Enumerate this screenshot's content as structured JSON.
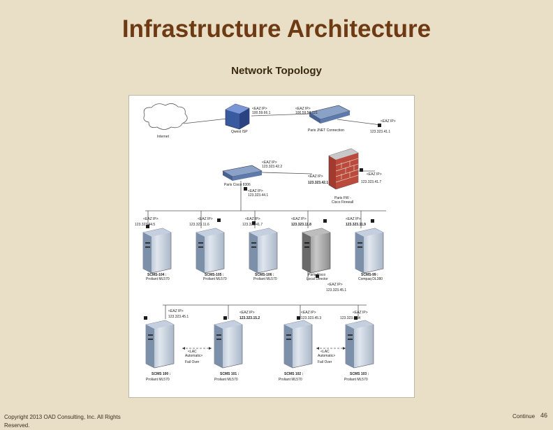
{
  "header": {
    "title": "Infrastructure Architecture",
    "subtitle": "Network Topology"
  },
  "diagram": {
    "internet": "Internet",
    "qwest": "Qwest ISP",
    "eaz1_a": "<EAZ IP>",
    "eaz1_b": "100.59.66.1",
    "eaz2_a": "<EAZ IP>",
    "eaz2_b": "100.59.50.121",
    "eaz3_a": "<EAZ IP>",
    "eaz3_b": "123.323.41.1",
    "connection": "Paris JNET Connection",
    "eaz4_a": "<EAZ IP>",
    "eaz4_b": "123.323.42.2",
    "cisco_router": "Paris Cisco 8306",
    "eaz5_a": "<EAZ IP>",
    "eaz5_b": "123.323.44.1",
    "eaz6_a": "<EAZ IP>",
    "eaz6_b": "123.323.42.1",
    "eaz7_a": "<EAZ IP>",
    "eaz7_b": "123.323.41.7",
    "firewall": "Paris FW -",
    "firewall_2": "Cisco Firewall",
    "r1_ip_a": "<EAZ IP>",
    "r1_ip_b": "123.323.44.5",
    "r2_ip_a": "<EAZ IP>",
    "r2_ip_b": "123.323.11.6",
    "r3_ip_a": "<EAZ IP>",
    "r3_ip_b": "123.323.41.7",
    "r4_ip_a": "<EAZ IP>",
    "r4_ip_b": "123.323.11.8",
    "r5_ip_a": "<EAZ IP>",
    "r5_ip_b": "123.323.11.9",
    "s1_a": "SCMS-104 :",
    "s1_b": "Proliant ML570",
    "s2_a": "SCMS-105 :",
    "s2_b": "Proliant ML570",
    "s3_a": "SCMS-106 :",
    "s3_b": "Proliant ML570",
    "s4_a": "Paris Cisco",
    "s4_b": "Local Director",
    "s5_a": "SCMS-99 :",
    "s5_b": "Compaq DL380",
    "ld_ip_a": "<EAZ IP>",
    "ld_ip_b": "123.323.45.1",
    "b1_ip_a": "<EAZ IP>",
    "b1_ip_b": "123.323.45.1",
    "b2_ip_a": "<EAZ IP>",
    "b2_ip_b": "123.323.15.2",
    "b3_ip_a": "<EAZ IP>",
    "b3_ip_b": "123.323.45.3",
    "b4_ip_a": "<EAZ IP>",
    "b4_ip_b": "123.323.45.4",
    "fo1_a": "<LAC",
    "fo1_b": "Automatic>",
    "fo1_c": "Fail Over",
    "fo2_a": "<LAC",
    "fo2_b": "Automatic>",
    "fo2_c": "Fail Over",
    "b1_a": "SCMS 100 :",
    "b1_b": "Proliant ML570",
    "b2_a": "SCMS 101 :",
    "b2_b": "Proliant ML570",
    "b3_a": "SCMS 102 :",
    "b3_b": "Proliant ML570",
    "b4_a": "SCMS 103 :",
    "b4_b": "Proliant ML570"
  },
  "footer": {
    "copyright": "Copyright 2013 OAD Consulting, Inc. All Rights Reserved.",
    "nav": "Continue",
    "page": "46"
  }
}
